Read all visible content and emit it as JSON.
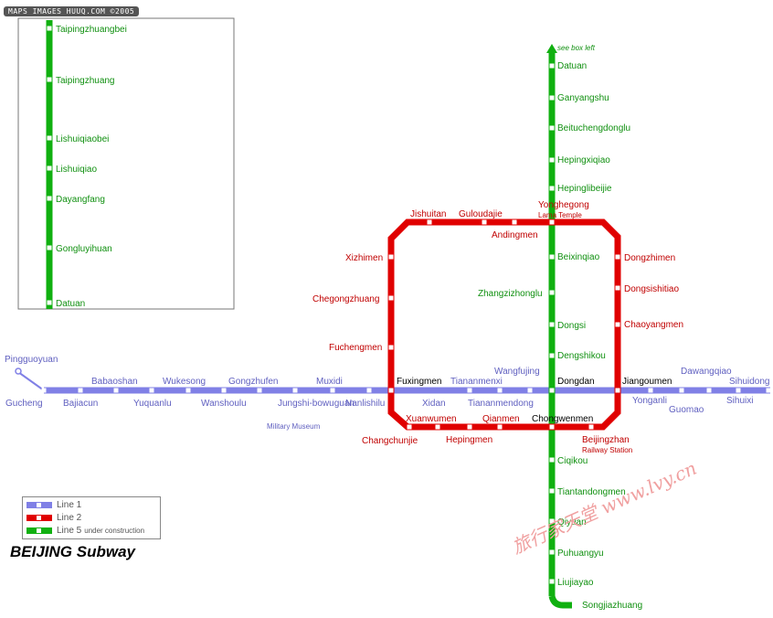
{
  "credit": "MAPS IMAGES HUUQ.COM ©2005",
  "title": "BEIJING Subway",
  "watermark": "旅行家天堂 www.lvy.cn",
  "colors": {
    "line1": "#8080e6",
    "line2": "#e00000",
    "line5": "#10b010",
    "line1_text": "#6060c0",
    "line2_text": "#c00000",
    "line5_text": "#109010"
  },
  "legend": [
    {
      "label": "Line 1",
      "note": "",
      "color": "#8080e6"
    },
    {
      "label": "Line 2",
      "note": "",
      "color": "#e00000"
    },
    {
      "label": "Line 5",
      "note": "under construction",
      "color": "#10b010"
    }
  ],
  "line1_stations": [
    "Pingguoyuan",
    "Gucheng",
    "Bajiacun",
    "Babaoshan",
    "Yuquanlu",
    "Wukesong",
    "Wanshoulu",
    "Gongzhufen",
    "Jungshi-bowuguan",
    "Muxidi",
    "Nanlishilu",
    "Fuxingmen",
    "Xidan",
    "Tiananmenxi",
    "Tiananmendong",
    "Wangfujing",
    "Dongdan",
    "Jiangoumen",
    "Yonganli",
    "Guomao",
    "Dawangqiao",
    "Sihuixi",
    "Sihuidong"
  ],
  "line2_stations": [
    "Jishuitan",
    "Guloudajie",
    "Andingmen",
    "Yonghegong",
    "Dongzhimen",
    "Dongsishitiao",
    "Chaoyangmen",
    "Jiangoumen",
    "Beijingzhan",
    "Chongwenmen",
    "Qianmen",
    "Hepingmen",
    "Xuanwumen",
    "Changchunjie",
    "Fuxingmen",
    "Fuchengmen",
    "Chegongzhuang",
    "Xizhimen"
  ],
  "line5_stations": [
    "Datuan",
    "Ganyangshu",
    "Beituchengdonglu",
    "Hepingxiqiao",
    "Hepinglibeijie",
    "Yonghegong",
    "Beixinqiao",
    "Zhangzizhonglu",
    "Dongsi",
    "Dengshikou",
    "Dongdan",
    "Chongwenmen",
    "Ciqikou",
    "Tiantandongmen",
    "Qiyuan",
    "Puhuangyu",
    "Liujiayao",
    "Songjiazhuang"
  ],
  "inset_stations": [
    "Taipingzhuangbei",
    "Taipingzhuang",
    "Lishuiqiaobei",
    "Lishuiqiao",
    "Dayangfang",
    "Gongluyihuan",
    "Datuan"
  ],
  "notes": {
    "see_box": "see box left",
    "lama": "Lama Temple",
    "military": "Military Museum",
    "railway": "Railway Station"
  }
}
